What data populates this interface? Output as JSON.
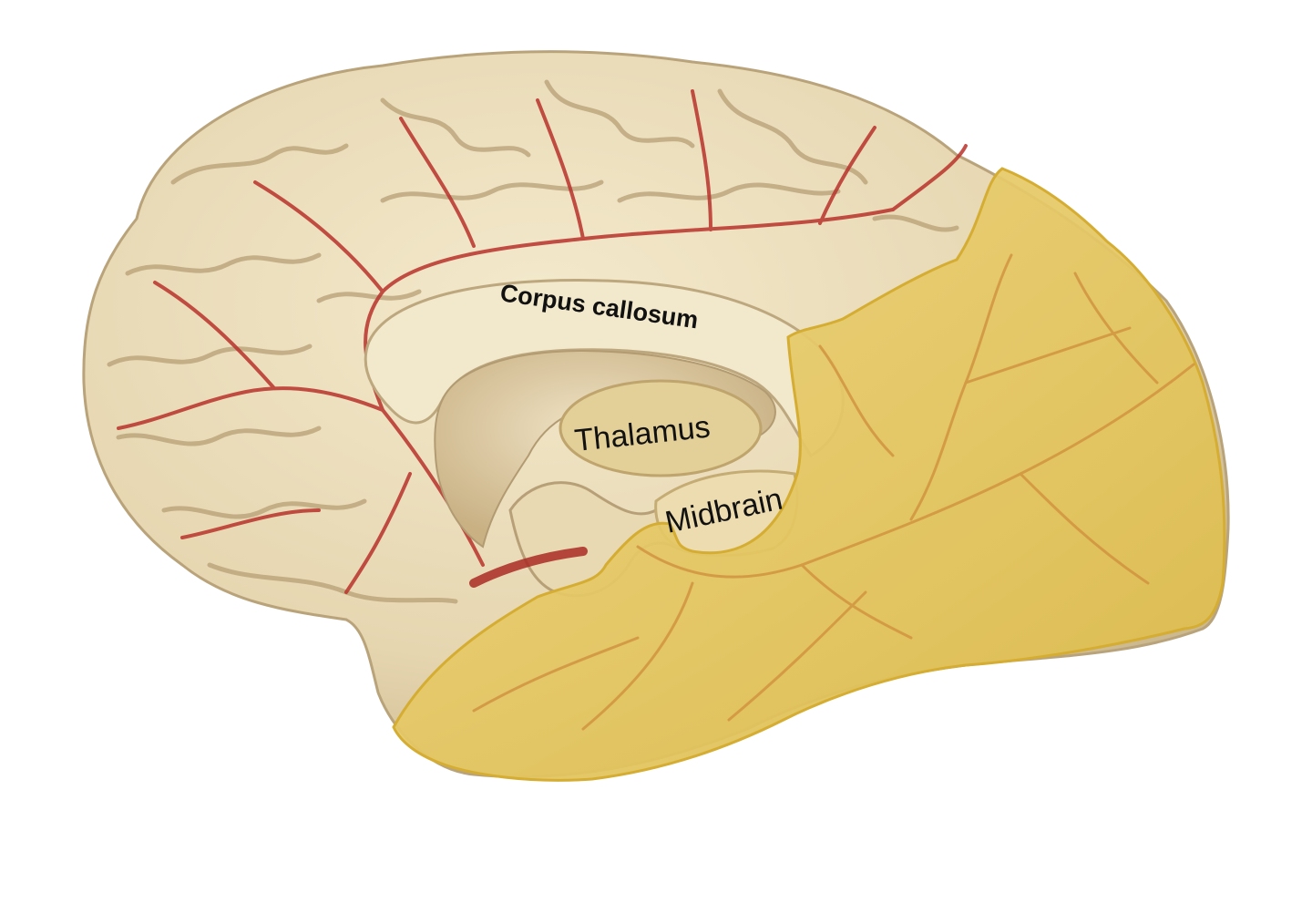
{
  "labels": {
    "corpus_callosum": "Corpus callosum",
    "thalamus": "Thalamus",
    "midbrain": "Midbrain"
  },
  "colors": {
    "background": "#ffffff",
    "cortex": "#ece0c0",
    "cortex_shadow": "#c9b58d",
    "cortex_line": "#a7916b",
    "artery": "#b8322c",
    "highlight_fill": "#e3c45a",
    "highlight_stroke": "#d4ad32",
    "highlight_vein": "#d49a45",
    "corpus_callosum": "#f2e8cc",
    "inner_cavity": "#d9c49c"
  }
}
